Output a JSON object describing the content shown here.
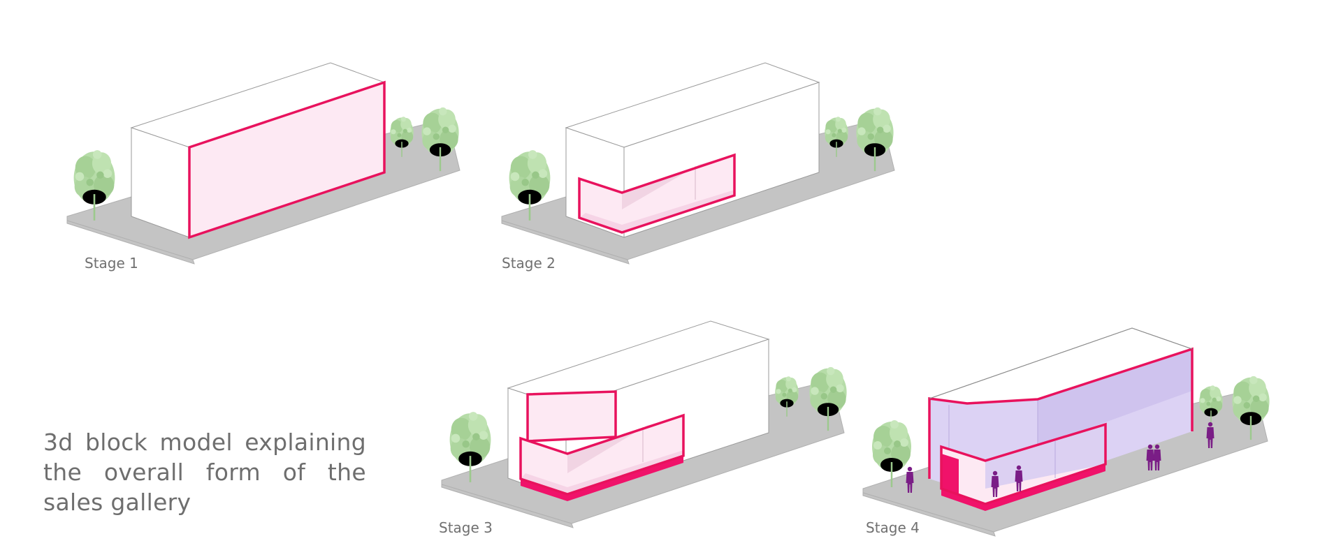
{
  "stages": [
    {
      "label": "Stage 1"
    },
    {
      "label": "Stage 2"
    },
    {
      "label": "Stage 3"
    },
    {
      "label": "Stage 4"
    }
  ],
  "description": "3d block model explaining the overall form of the sales gallery",
  "colors": {
    "accent": "#e8125d",
    "tree": "#a8d49a",
    "ground": "#c4c4c4",
    "people": "#7a1d86",
    "glass": "#dcd2f4"
  }
}
